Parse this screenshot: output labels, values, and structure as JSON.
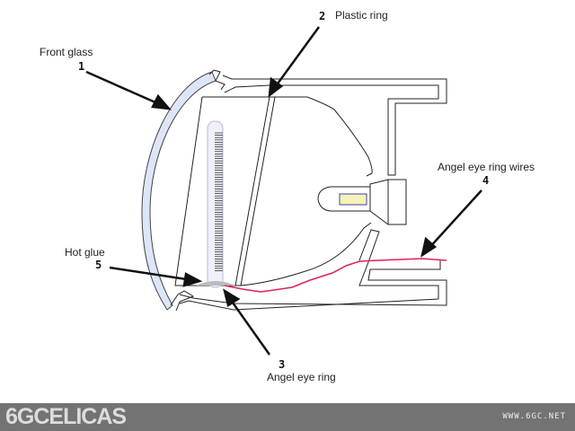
{
  "labels": {
    "front_glass": {
      "text": "Front glass",
      "number": "1"
    },
    "plastic_ring": {
      "text": "Plastic ring",
      "number": "2"
    },
    "angel_eye_ring": {
      "text": "Angel eye ring",
      "number": "3"
    },
    "angel_eye_ring_wires": {
      "text": "Angel eye ring wires",
      "number": "4"
    },
    "hot_glue": {
      "text": "Hot glue",
      "number": "5"
    }
  },
  "footer": {
    "brand": "6GCELICAS",
    "url": "WWW.6GC.NET"
  },
  "colors": {
    "glass": "#dde6f8",
    "wire": "#e0205a",
    "footer": "#737373"
  }
}
